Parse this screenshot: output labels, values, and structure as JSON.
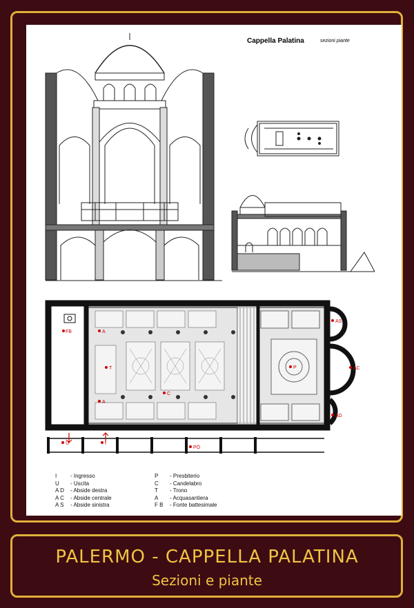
{
  "sheet": {
    "title": "Cappella Palatina",
    "subtitle": "sezioni piante"
  },
  "caption": {
    "title": "PALERMO - CAPPELLA PALATINA",
    "subtitle": "Sezioni e piante"
  },
  "plan_labels": {
    "fb": "FB",
    "u": "U",
    "i": "I",
    "po": "PÒ",
    "a_top": "A",
    "t": "T",
    "a_bottom": "A",
    "c": "C",
    "p": "P",
    "as": "AS",
    "ac": "AC",
    "ad": "AD"
  },
  "legend_left": [
    {
      "code": "I",
      "text": "- Ingresso"
    },
    {
      "code": "U",
      "text": "- Uscita"
    },
    {
      "code": "A D",
      "text": "- Abside destra"
    },
    {
      "code": "A C",
      "text": "- Abside centrale"
    },
    {
      "code": "A S",
      "text": "- Abside sinistra"
    }
  ],
  "legend_right": [
    {
      "code": "P",
      "text": "- Presbiterio"
    },
    {
      "code": "C",
      "text": "- Candelabro"
    },
    {
      "code": "T",
      "text": "- Trono"
    },
    {
      "code": "A",
      "text": "- Acquasantiera"
    },
    {
      "code": "F B",
      "text": "- Fonte battesimale"
    }
  ],
  "colors": {
    "background": "#3d0b12",
    "border": "#e0b03a",
    "caption": "#f0c443",
    "marker": "#cc0000"
  }
}
